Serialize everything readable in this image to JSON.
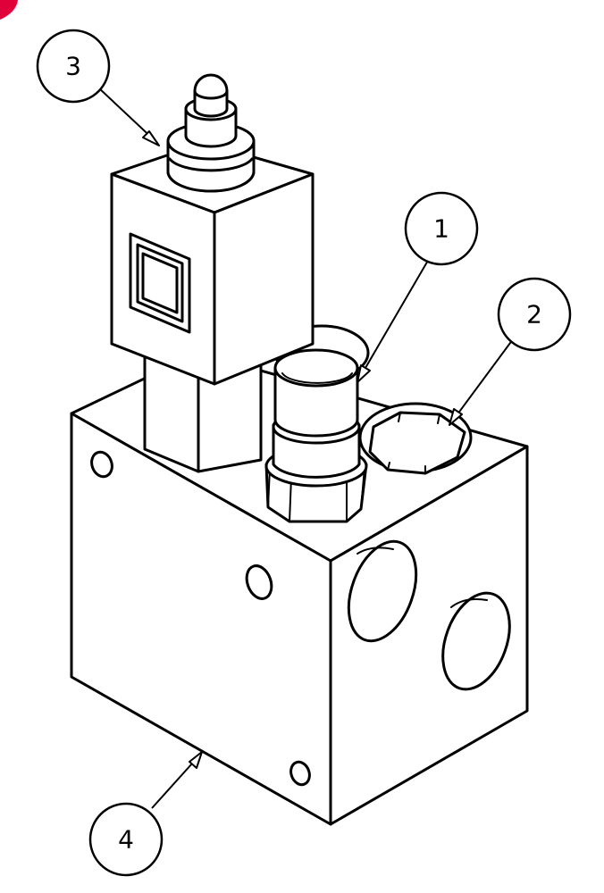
{
  "callouts": [
    {
      "id": "1",
      "label": "1"
    },
    {
      "id": "2",
      "label": "2"
    },
    {
      "id": "3",
      "label": "3"
    },
    {
      "id": "4",
      "label": "4"
    }
  ],
  "colors": {
    "line": "#000000",
    "background": "#ffffff",
    "corner_mark": "#e0003a"
  }
}
